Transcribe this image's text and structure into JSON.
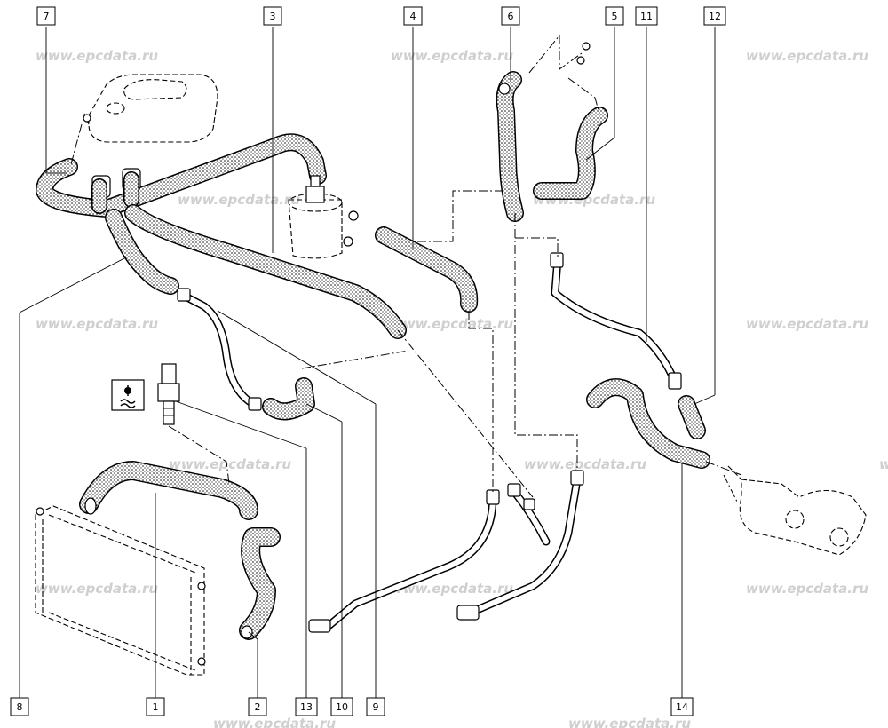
{
  "diagram": {
    "watermark_text": "www.epcdata.ru",
    "sensor_symbol": "coolant-temperature-symbol-icon",
    "colors": {
      "line": "#000000",
      "background": "#ffffff",
      "watermark": "#cfcfcf"
    },
    "callouts": [
      {
        "id": "c7",
        "label": "7"
      },
      {
        "id": "c3",
        "label": "3"
      },
      {
        "id": "c4",
        "label": "4"
      },
      {
        "id": "c6",
        "label": "6"
      },
      {
        "id": "c5",
        "label": "5"
      },
      {
        "id": "c11",
        "label": "11"
      },
      {
        "id": "c12",
        "label": "12"
      },
      {
        "id": "c8",
        "label": "8"
      },
      {
        "id": "c1",
        "label": "1"
      },
      {
        "id": "c2",
        "label": "2"
      },
      {
        "id": "c13",
        "label": "13"
      },
      {
        "id": "c10",
        "label": "10"
      },
      {
        "id": "c9",
        "label": "9"
      },
      {
        "id": "c14",
        "label": "14"
      }
    ]
  }
}
